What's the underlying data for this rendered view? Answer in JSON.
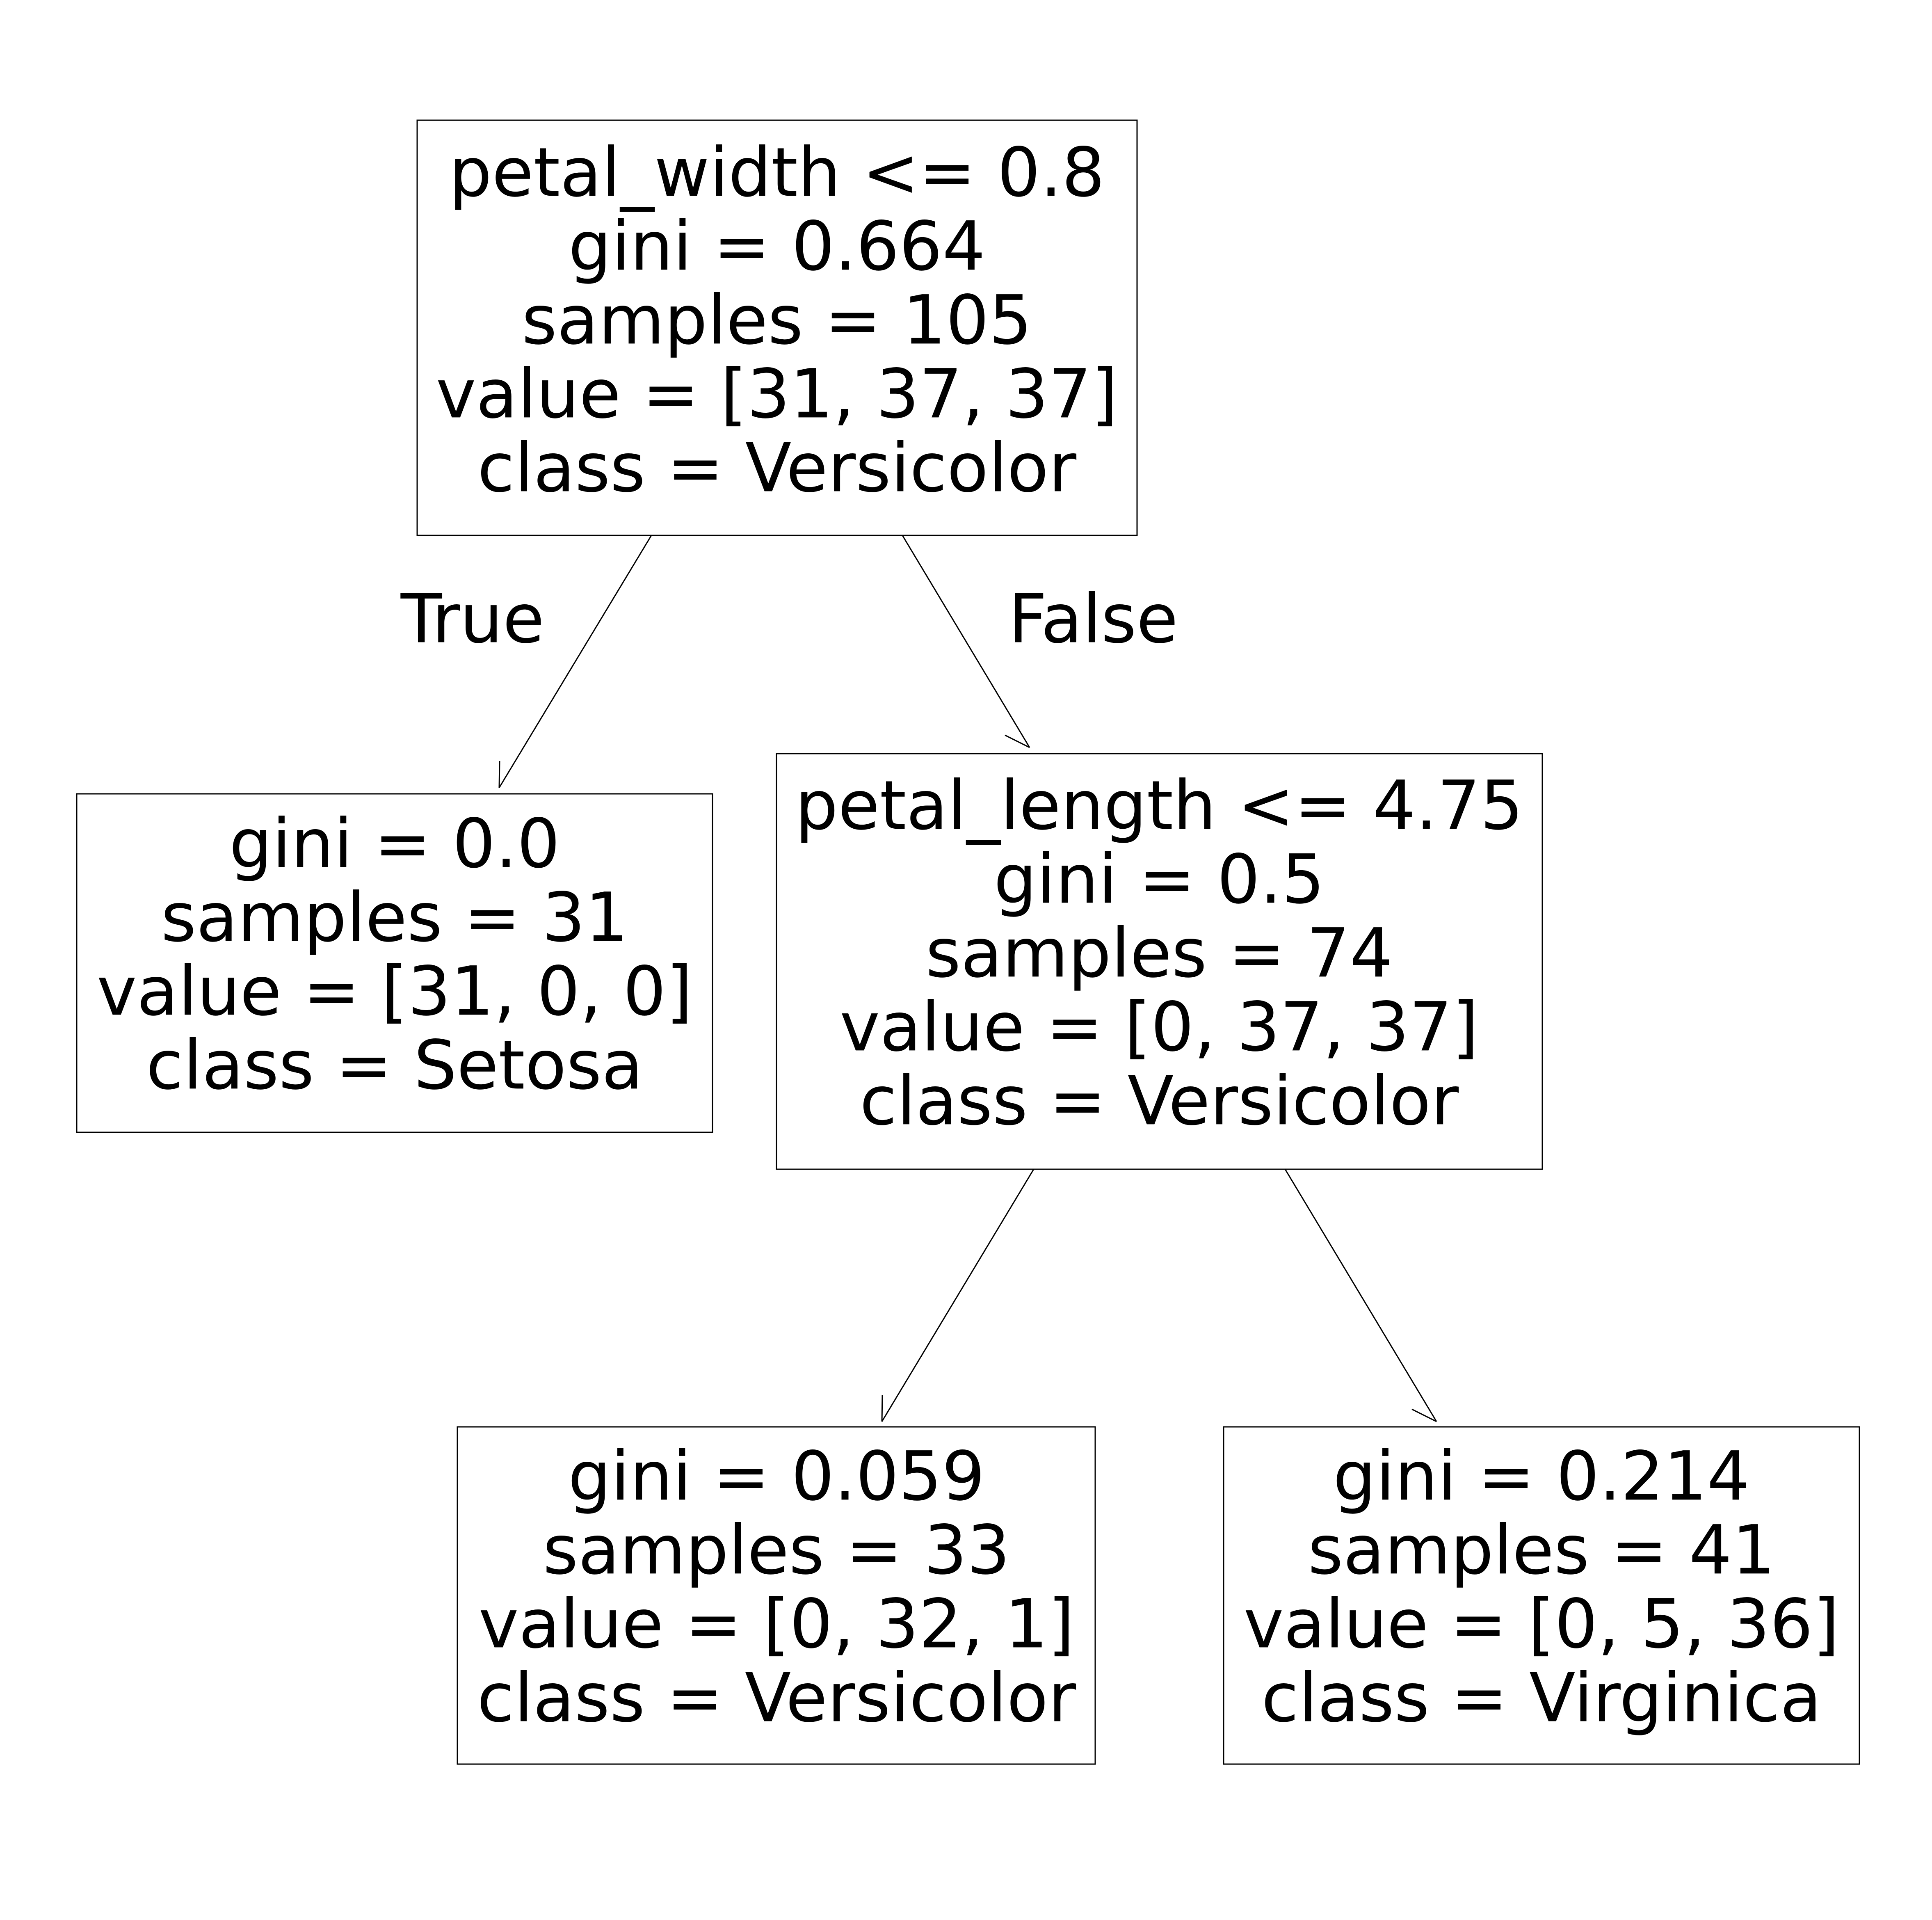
{
  "tree": {
    "root": {
      "lines": [
        "petal_width <= 0.8",
        "gini = 0.664",
        "samples = 105",
        "value = [31, 37, 37]",
        "class = Versicolor"
      ]
    },
    "left_leaf": {
      "lines": [
        "gini = 0.0",
        "samples = 31",
        "value = [31, 0, 0]",
        "class = Setosa"
      ]
    },
    "right_split": {
      "lines": [
        "petal_length <= 4.75",
        "gini = 0.5",
        "samples = 74",
        "value = [0, 37, 37]",
        "class = Versicolor"
      ]
    },
    "bottom_left_leaf": {
      "lines": [
        "gini = 0.059",
        "samples = 33",
        "value = [0, 32, 1]",
        "class = Versicolor"
      ]
    },
    "bottom_right_leaf": {
      "lines": [
        "gini = 0.214",
        "samples = 41",
        "value = [0, 5, 36]",
        "class = Virginica"
      ]
    },
    "edge_labels": {
      "true_label": "True",
      "false_label": "False"
    }
  }
}
